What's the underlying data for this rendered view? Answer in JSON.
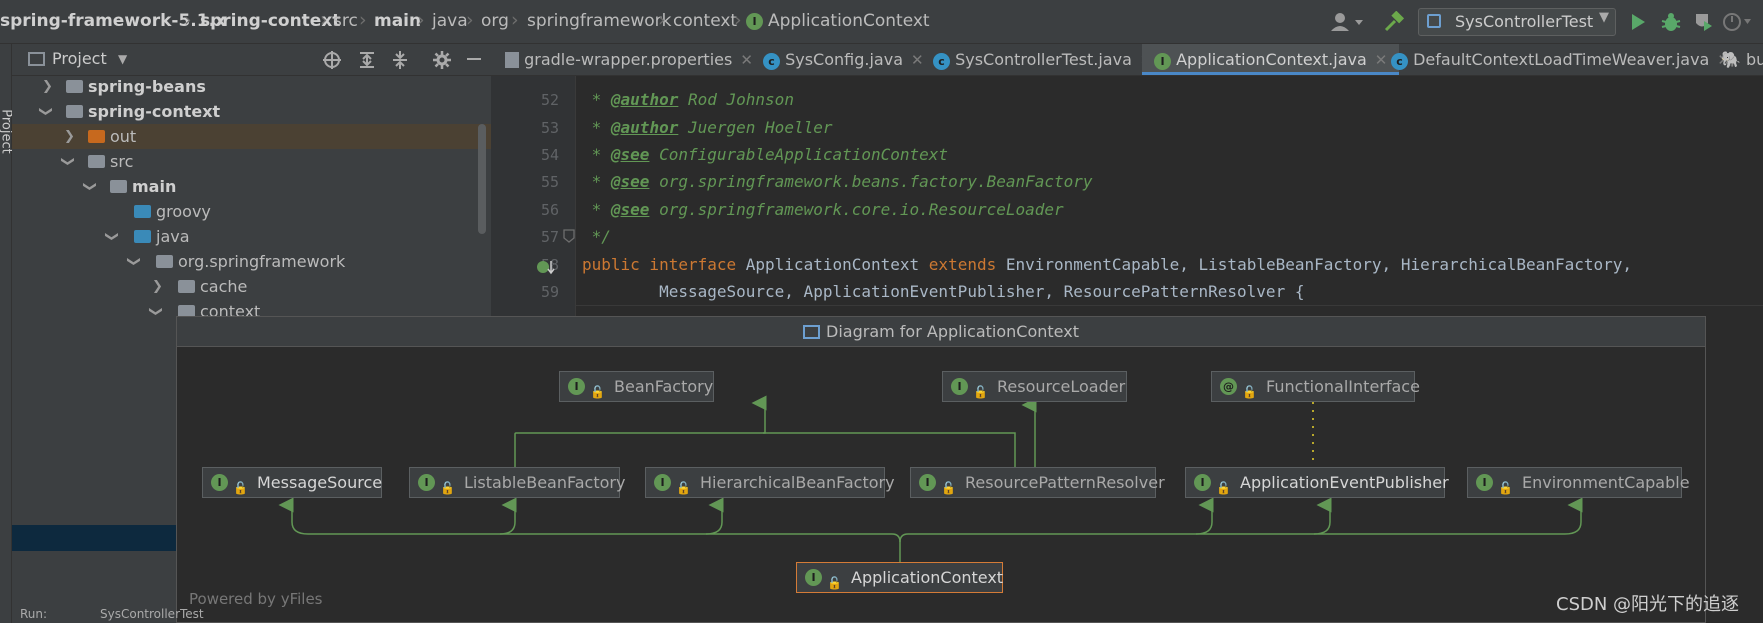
{
  "breadcrumbs": [
    {
      "label": "spring-framework-5.1.x",
      "bold": true
    },
    {
      "label": "spring-context",
      "bold": true
    },
    {
      "label": "src",
      "bold": false
    },
    {
      "label": "main",
      "bold": true
    },
    {
      "label": "java",
      "bold": false
    },
    {
      "label": "org",
      "bold": false
    },
    {
      "label": "springframework",
      "bold": false
    },
    {
      "label": "context",
      "bold": false
    },
    {
      "label": "ApplicationContext",
      "bold": false
    }
  ],
  "run_config": {
    "label": "SysControllerTest"
  },
  "side_strip": {
    "label": "Project"
  },
  "project_panel": {
    "title": "Project",
    "tree": [
      {
        "label": "spring-beans",
        "bold": true,
        "expanded": false
      },
      {
        "label": "spring-context",
        "bold": true,
        "expanded": true
      },
      {
        "label": "out",
        "bold": false,
        "expanded": false
      },
      {
        "label": "src",
        "bold": false,
        "expanded": true
      },
      {
        "label": "main",
        "bold": true,
        "expanded": true
      },
      {
        "label": "groovy",
        "bold": false,
        "expanded": null
      },
      {
        "label": "java",
        "bold": false,
        "expanded": true
      },
      {
        "label": "org.springframework",
        "bold": false,
        "expanded": true
      },
      {
        "label": "cache",
        "bold": false,
        "expanded": false
      },
      {
        "label": "context",
        "bold": false,
        "expanded": true
      }
    ]
  },
  "tabs": [
    {
      "label": "gradle-wrapper.properties",
      "active": false
    },
    {
      "label": "SysConfig.java",
      "active": false
    },
    {
      "label": "SysControllerTest.java",
      "active": false
    },
    {
      "label": "ApplicationContext.java",
      "active": true
    },
    {
      "label": "DefaultContextLoadTimeWeaver.java",
      "active": false
    },
    {
      "label": "bu",
      "active": false
    }
  ],
  "editor": {
    "lines": [
      {
        "num": "52",
        "tag": "@author",
        "text": "Rod Johnson"
      },
      {
        "num": "53",
        "tag": "@author",
        "text": "Juergen Hoeller"
      },
      {
        "num": "54",
        "tag": "@see",
        "text": "ConfigurableApplicationContext"
      },
      {
        "num": "55",
        "tag": "@see",
        "text": "org.springframework.beans.factory.BeanFactory"
      },
      {
        "num": "56",
        "tag": "@see",
        "text": "org.springframework.core.io.ResourceLoader"
      },
      {
        "num": "57",
        "text": " */"
      },
      {
        "num": "58",
        "kw1": "public interface",
        "name": "ApplicationContext",
        "kw2": "extends",
        "rest": "EnvironmentCapable, ListableBeanFactory, HierarchicalBeanFactory,"
      },
      {
        "num": "59",
        "text": "        MessageSource, ApplicationEventPublisher, ResourcePatternResolver {"
      }
    ]
  },
  "diagram": {
    "title": "Diagram for ApplicationContext",
    "nodes": {
      "bean_factory": "BeanFactory",
      "resource_loader": "ResourceLoader",
      "functional_interface": "FunctionalInterface",
      "message_source": "MessageSource",
      "listable_bean_factory": "ListableBeanFactory",
      "hierarchical_bean_factory": "HierarchicalBeanFactory",
      "resource_pattern_resolver": "ResourcePatternResolver",
      "application_event_publisher": "ApplicationEventPublisher",
      "environment_capable": "EnvironmentCapable",
      "application_context": "ApplicationContext"
    },
    "powered_by": "Powered by yFiles",
    "edge_color": "#629755"
  },
  "watermark": "CSDN @阳光下的追逐",
  "bottom_bar": {
    "label": "Run:",
    "config": "SysControllerTest"
  }
}
